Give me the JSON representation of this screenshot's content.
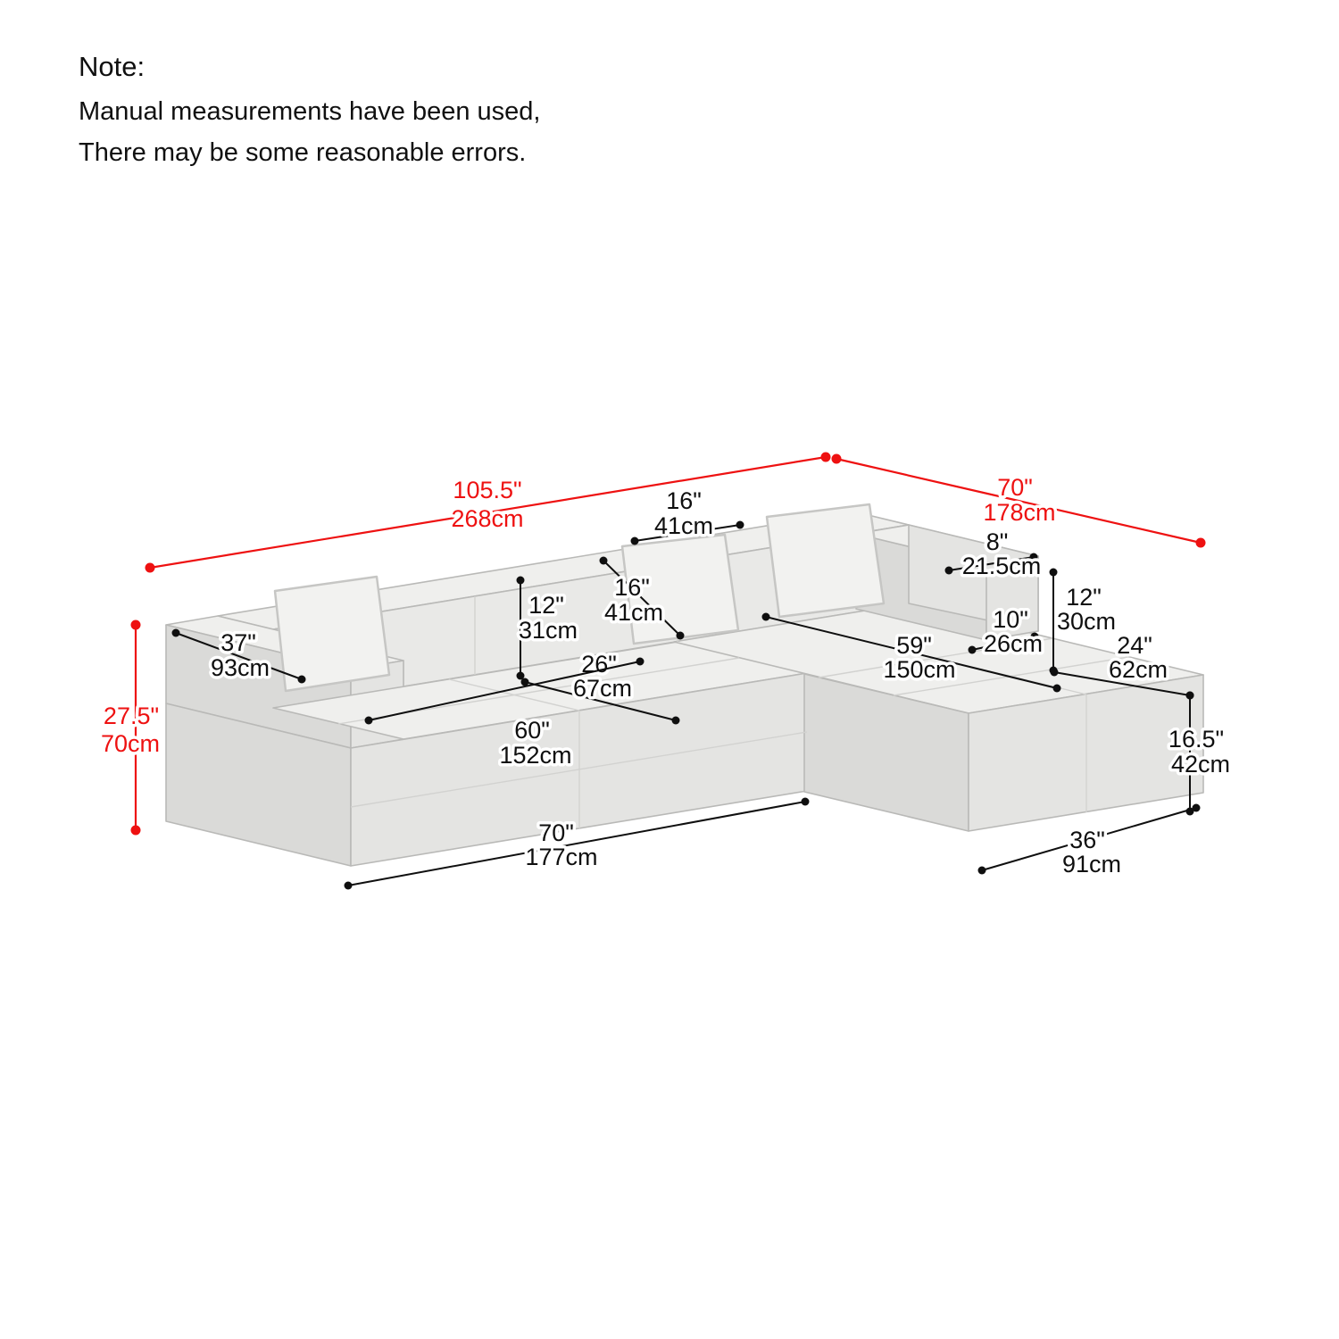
{
  "note": {
    "title": "Note:",
    "line1": "Manual measurements have been used,",
    "line2": "There may be some reasonable errors."
  },
  "colors": {
    "red": "#ee1111",
    "ink": "#0f0f0f",
    "sofa_top": "#efefed",
    "sofa_front": "#e4e4e2",
    "sofa_side": "#dadad8",
    "sofa_back": "#e9e9e7",
    "pillow": "#f2f2f0",
    "outline": "#b9b9b7",
    "seam": "#d2d2d0"
  },
  "dims": {
    "total_length": {
      "in": "105.5\"",
      "cm": "268cm"
    },
    "total_depth": {
      "in": "70\"",
      "cm": "178cm"
    },
    "overall_height": {
      "in": "27.5\"",
      "cm": "70cm"
    },
    "back_top_width": {
      "in": "16\"",
      "cm": "41cm"
    },
    "pillow_size": {
      "in": "16\"",
      "cm": "41cm"
    },
    "backrest_height": {
      "in": "12\"",
      "cm": "31cm"
    },
    "arm_depth": {
      "in": "37\"",
      "cm": "93cm"
    },
    "seat_depth": {
      "in": "26\"",
      "cm": "67cm"
    },
    "seat_width": {
      "in": "60\"",
      "cm": "152cm"
    },
    "front_width": {
      "in": "70\"",
      "cm": "177cm"
    },
    "right_back_top_depth": {
      "in": "8\"",
      "cm": "21.5cm"
    },
    "right_back_height": {
      "in": "12\"",
      "cm": "30cm"
    },
    "right_back_cushion_depth": {
      "in": "10\"",
      "cm": "26cm"
    },
    "chaise_length": {
      "in": "59\"",
      "cm": "150cm"
    },
    "chaise_end_width": {
      "in": "24\"",
      "cm": "62cm"
    },
    "seat_height": {
      "in": "16.5\"",
      "cm": "42cm"
    },
    "chaise_width": {
      "in": "36\"",
      "cm": "91cm"
    }
  }
}
